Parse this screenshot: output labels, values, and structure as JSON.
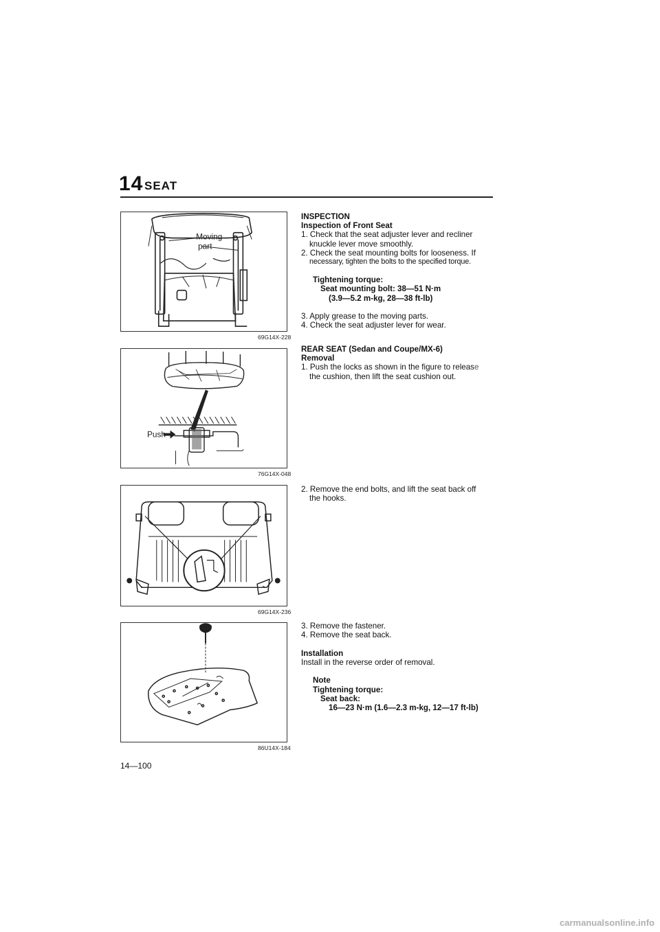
{
  "header": {
    "chapter_number": "14",
    "chapter_title": "SEAT"
  },
  "figures": [
    {
      "code": "69G14X-228",
      "callout": [
        "Moving",
        "part"
      ]
    },
    {
      "code": "76G14X-048",
      "callout": "Push"
    },
    {
      "code": "69G14X-236"
    },
    {
      "code": "86U14X-184"
    }
  ],
  "sections": {
    "inspection": {
      "heading": "INSPECTION",
      "subheading": "Inspection of Front Seat",
      "step1a": "1. Check that the seat adjuster lever and recliner",
      "step1b": "knuckle lever move smoothly.",
      "step2a": "2. Check the seat mounting bolts for looseness. If",
      "step2b": "necessary, tighten the bolts to the specified torque.",
      "torque_label": "Tightening torque:",
      "torque_line1": "Seat mounting bolt: 38—51 N·m",
      "torque_line2": "(3.9—5.2 m-kg, 28—38 ft-lb)",
      "step3": "3. Apply grease to the moving parts.",
      "step4": "4. Check the seat adjuster lever for wear."
    },
    "rear_seat": {
      "heading": "REAR SEAT (Sedan and Coupe/MX-6)",
      "subheading": "Removal",
      "step1a": "1. Push the locks as shown in the figure to releas",
      "step1a_cut": "e",
      "step1b": "the cushion, then lift the seat cushion out.",
      "step2a": "2. Remove the end bolts, and lift the seat back off",
      "step2b": "the hooks.",
      "step3": "3. Remove the fastener.",
      "step4": "4. Remove the seat back."
    },
    "installation": {
      "heading": "Installation",
      "text": "Install in the reverse order of removal.",
      "note_label": "Note",
      "torque_label": "Tightening torque:",
      "item": "Seat back:",
      "value": "16—23 N·m (1.6—2.3 m-kg, 12—17 ft-lb)"
    }
  },
  "footer": {
    "page_number": "14—100"
  },
  "watermark": "carmanualsonline.info"
}
